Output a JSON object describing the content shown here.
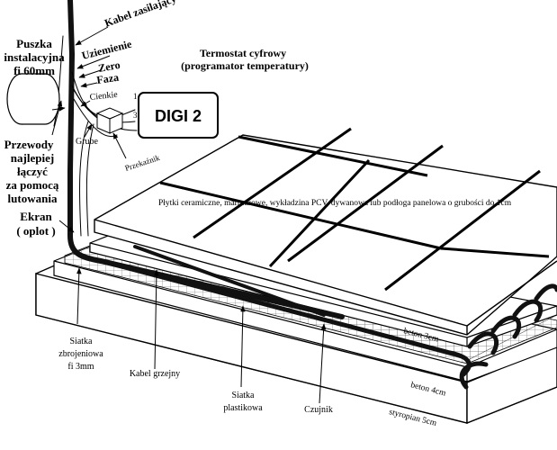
{
  "labels": {
    "kabel_zasilajacy": "Kabel zasilający",
    "puszka_1": "Puszka",
    "puszka_2": "instalacyjna",
    "puszka_3": "fi 60mm",
    "uziemienie": "Uziemienie",
    "zero": "Zero",
    "faza": "Faza",
    "cienkie": "Cienkie",
    "pin_1": "1",
    "pin_3": "3",
    "termostat_1": "Termostat cyfrowy",
    "termostat_2": "(programator temperatury)",
    "digi": "DIGI 2",
    "grube": "Grube",
    "przekaznik": "Przekaźnik",
    "przewody_1": "Przewody",
    "przewody_2": "najlepiej",
    "przewody_3": "łączyć",
    "przewody_4": "za pomocą",
    "przewody_5": "lutowania",
    "plytki": "Płytki ceramiczne, marmurowe, wykładzina PCV, dywanowa lub podłoga panelowa o grubości do 1cm",
    "ekran_1": "Ekran",
    "ekran_2": "( oplot )",
    "beton3": "beton 3cm",
    "beton4": "beton 4cm",
    "styropian": "styropian 5cm",
    "siatka_zbr_1": "Siatka",
    "siatka_zbr_2": "zbrojeniowa",
    "siatka_zbr_3": "fi 3mm",
    "kabel_grzejny": "Kabel grzejny",
    "siatka_pl_1": "Siatka",
    "siatka_pl_2": "plastikowa",
    "czujnik": "Czujnik"
  }
}
